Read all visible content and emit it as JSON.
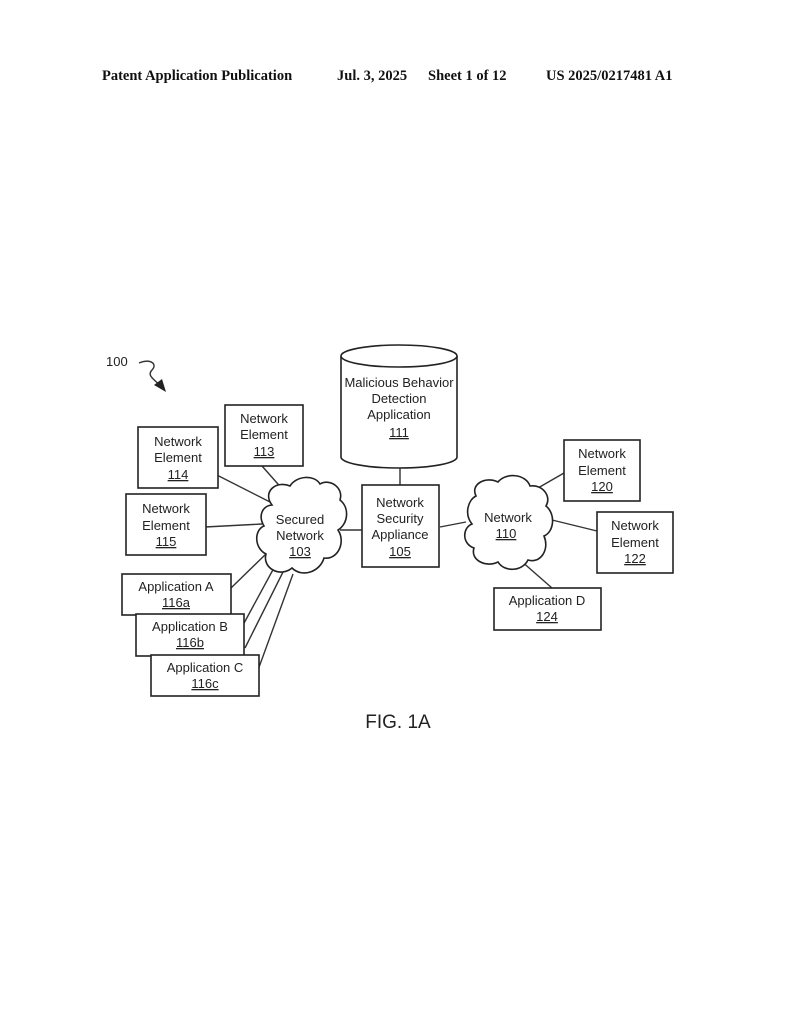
{
  "header": {
    "publication": "Patent Application Publication",
    "date": "Jul. 3, 2025",
    "sheet": "Sheet 1 of 12",
    "number": "US 2025/0217481 A1"
  },
  "figure": {
    "ref": "100",
    "caption": "FIG. 1A"
  },
  "nodes": {
    "mbda": {
      "lines": [
        "Malicious Behavior",
        "Detection",
        "Application"
      ],
      "ref": "111"
    },
    "ne113": {
      "lines": [
        "Network",
        "Element"
      ],
      "ref": "113"
    },
    "ne114": {
      "lines": [
        "Network",
        "Element"
      ],
      "ref": "114"
    },
    "ne115": {
      "lines": [
        "Network",
        "Element"
      ],
      "ref": "115"
    },
    "ne120": {
      "lines": [
        "Network",
        "Element"
      ],
      "ref": "120"
    },
    "ne122": {
      "lines": [
        "Network",
        "Element"
      ],
      "ref": "122"
    },
    "secured": {
      "lines": [
        "Secured",
        "Network"
      ],
      "ref": "103"
    },
    "nsa": {
      "lines": [
        "Network",
        "Security",
        "Appliance"
      ],
      "ref": "105"
    },
    "net110": {
      "lines": [
        "Network"
      ],
      "ref": "110"
    },
    "appA": {
      "lines": [
        "Application A"
      ],
      "ref": "116a"
    },
    "appB": {
      "lines": [
        "Application B"
      ],
      "ref": "116b"
    },
    "appC": {
      "lines": [
        "Application C"
      ],
      "ref": "116c"
    },
    "appD": {
      "lines": [
        "Application D"
      ],
      "ref": "124"
    }
  }
}
